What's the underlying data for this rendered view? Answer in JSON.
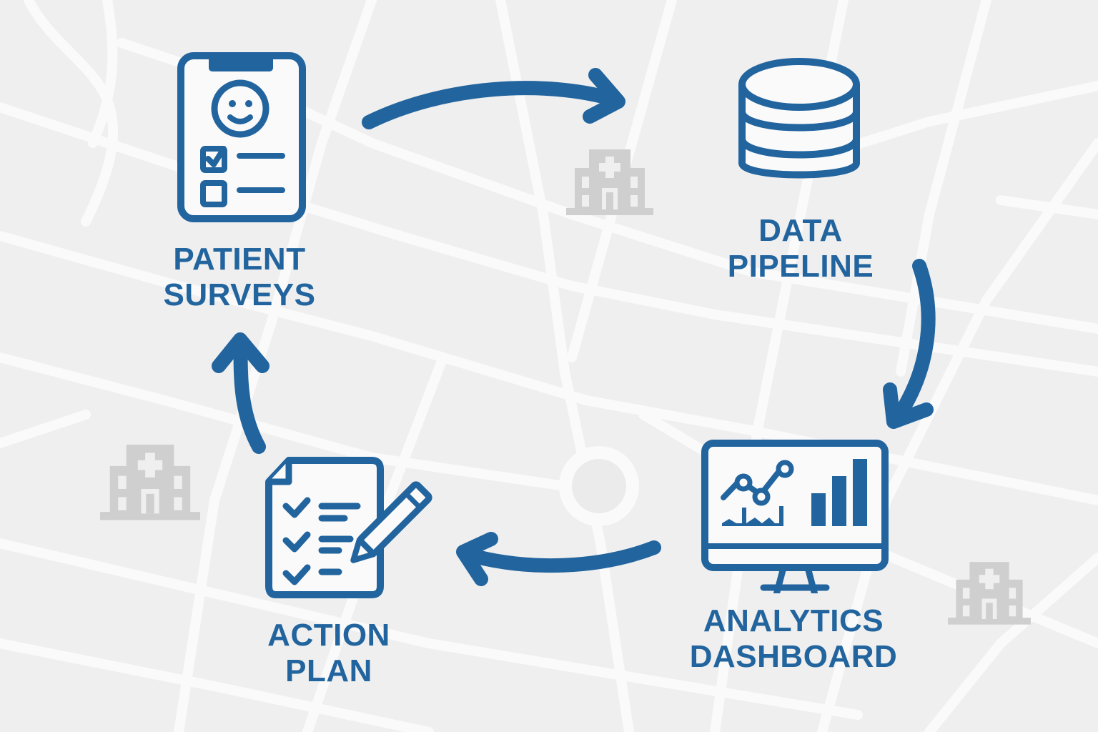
{
  "diagram": {
    "type": "cycle",
    "accent_color": "#22649e",
    "background_color": "#efefef",
    "road_color": "#fafafa",
    "landmark_color": "#cfcfcf",
    "nodes": [
      {
        "id": "patient-surveys",
        "icon": "clipboard-survey-icon",
        "line1": "PATIENT",
        "line2": "SURVEYS"
      },
      {
        "id": "data-pipeline",
        "icon": "database-icon",
        "line1": "DATA",
        "line2": "PIPELINE"
      },
      {
        "id": "analytics-dashboard",
        "icon": "monitor-chart-icon",
        "line1": "ANALYTICS",
        "line2": "DASHBOARD"
      },
      {
        "id": "action-plan",
        "icon": "checklist-pencil-icon",
        "line1": "ACTION",
        "line2": "PLAN"
      }
    ],
    "edges": [
      {
        "from": "patient-surveys",
        "to": "data-pipeline"
      },
      {
        "from": "data-pipeline",
        "to": "analytics-dashboard"
      },
      {
        "from": "analytics-dashboard",
        "to": "action-plan"
      },
      {
        "from": "action-plan",
        "to": "patient-surveys"
      }
    ],
    "background_landmarks": [
      "hospital-icon",
      "hospital-icon",
      "hospital-icon"
    ]
  }
}
